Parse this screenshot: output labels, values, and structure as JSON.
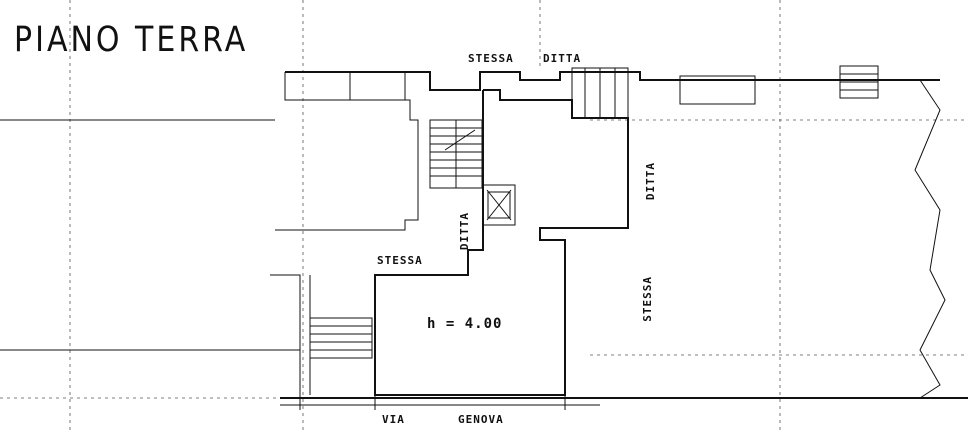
{
  "plan": {
    "title": "PIANO  TERRA",
    "labels": {
      "stessa_ditta_top_1": "STESSA",
      "stessa_ditta_top_2": "DITTA",
      "ditta_right": "DITTA",
      "ditta_center": "DITTA",
      "stessa_left": "STESSA",
      "stessa_right": "STESSA",
      "height": "h = 4.00",
      "street_1": "VIA",
      "street_2": "GENOVA"
    }
  }
}
